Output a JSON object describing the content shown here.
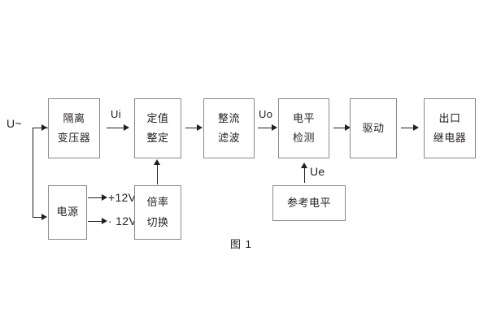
{
  "figure": {
    "caption": "图 1",
    "background_color": "#ffffff",
    "line_color": "#231f20",
    "box_border_color": "#8a8a8a"
  },
  "blocks": [
    {
      "id": "isolation-transformer",
      "line1": "隔离",
      "line2": "变压器"
    },
    {
      "id": "setting-value",
      "line1": "定值",
      "line2": "整定"
    },
    {
      "id": "rectifier-filter",
      "line1": "整流",
      "line2": "滤波"
    },
    {
      "id": "level-detection",
      "line1": "电平",
      "line2": "检测"
    },
    {
      "id": "driver",
      "line1": "驱动",
      "line2": ""
    },
    {
      "id": "output-relay",
      "line1": "出口",
      "line2": "继电器"
    },
    {
      "id": "power-supply",
      "line1": "电源",
      "line2": ""
    },
    {
      "id": "ratio-switching",
      "line1": "倍率",
      "line2": "切换"
    },
    {
      "id": "reference-level",
      "line1": "参考电平",
      "line2": ""
    }
  ],
  "signals": {
    "input": "U~",
    "ui": "Ui",
    "uo": "Uo",
    "ue": "Ue",
    "rail_positive": "+12V",
    "rail_negative": "· 12V"
  }
}
